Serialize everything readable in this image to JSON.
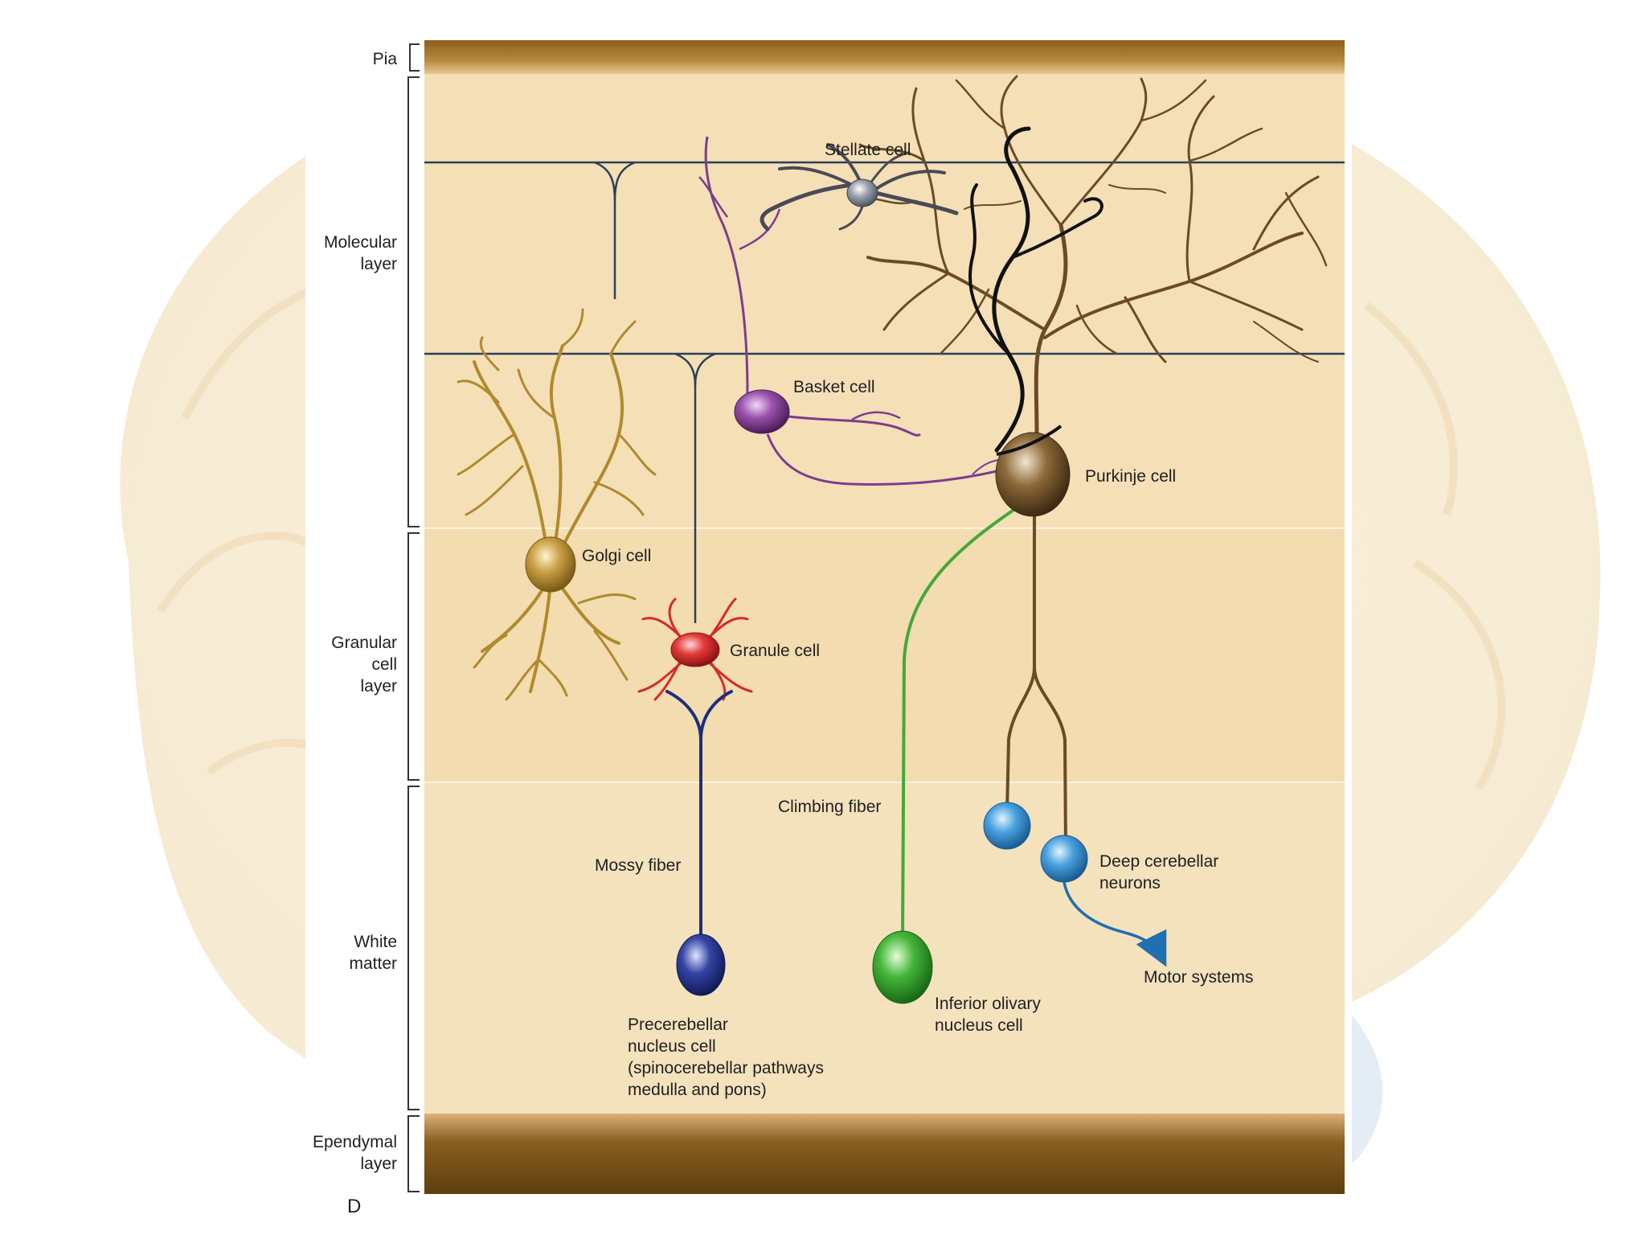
{
  "layers": {
    "pia": "Pia",
    "molecular": [
      "Molecular",
      "layer"
    ],
    "granular": [
      "Granular",
      "cell",
      "layer"
    ],
    "white_matter": [
      "White",
      "matter"
    ],
    "ependymal": [
      "Ependymal",
      "layer"
    ]
  },
  "cells": {
    "stellate": "Stellate cell",
    "basket": "Basket cell",
    "purkinje": "Purkinje cell",
    "golgi": "Golgi cell",
    "granule": "Granule cell",
    "deep": [
      "Deep cerebellar",
      "neurons"
    ],
    "inferior_olivary": [
      "Inferior olivary",
      "nucleus cell"
    ],
    "precerebellar": [
      "Precerebellar",
      "nucleus cell",
      "(spinocerebellar pathways",
      "medulla and pons)"
    ]
  },
  "fibers": {
    "climbing": "Climbing fiber",
    "mossy": "Mossy fiber",
    "motor": "Motor systems"
  },
  "panel_letter": "D",
  "colors": {
    "background": "#f3ddb3",
    "pia_band": "#a4762a",
    "ependymal_band": "#6f4a14",
    "purkinje": "#6a4b25",
    "golgi": "#b08a2c",
    "granule": "#d52a2a",
    "basket": "#7c3d8e",
    "stellate": "#4a4a55",
    "climbing_fiber": "#44a93a",
    "mossy_fiber": "#1e2e7a",
    "deep_neurons": "#3a8fd0",
    "parallel_fiber": "#2e3f58"
  }
}
